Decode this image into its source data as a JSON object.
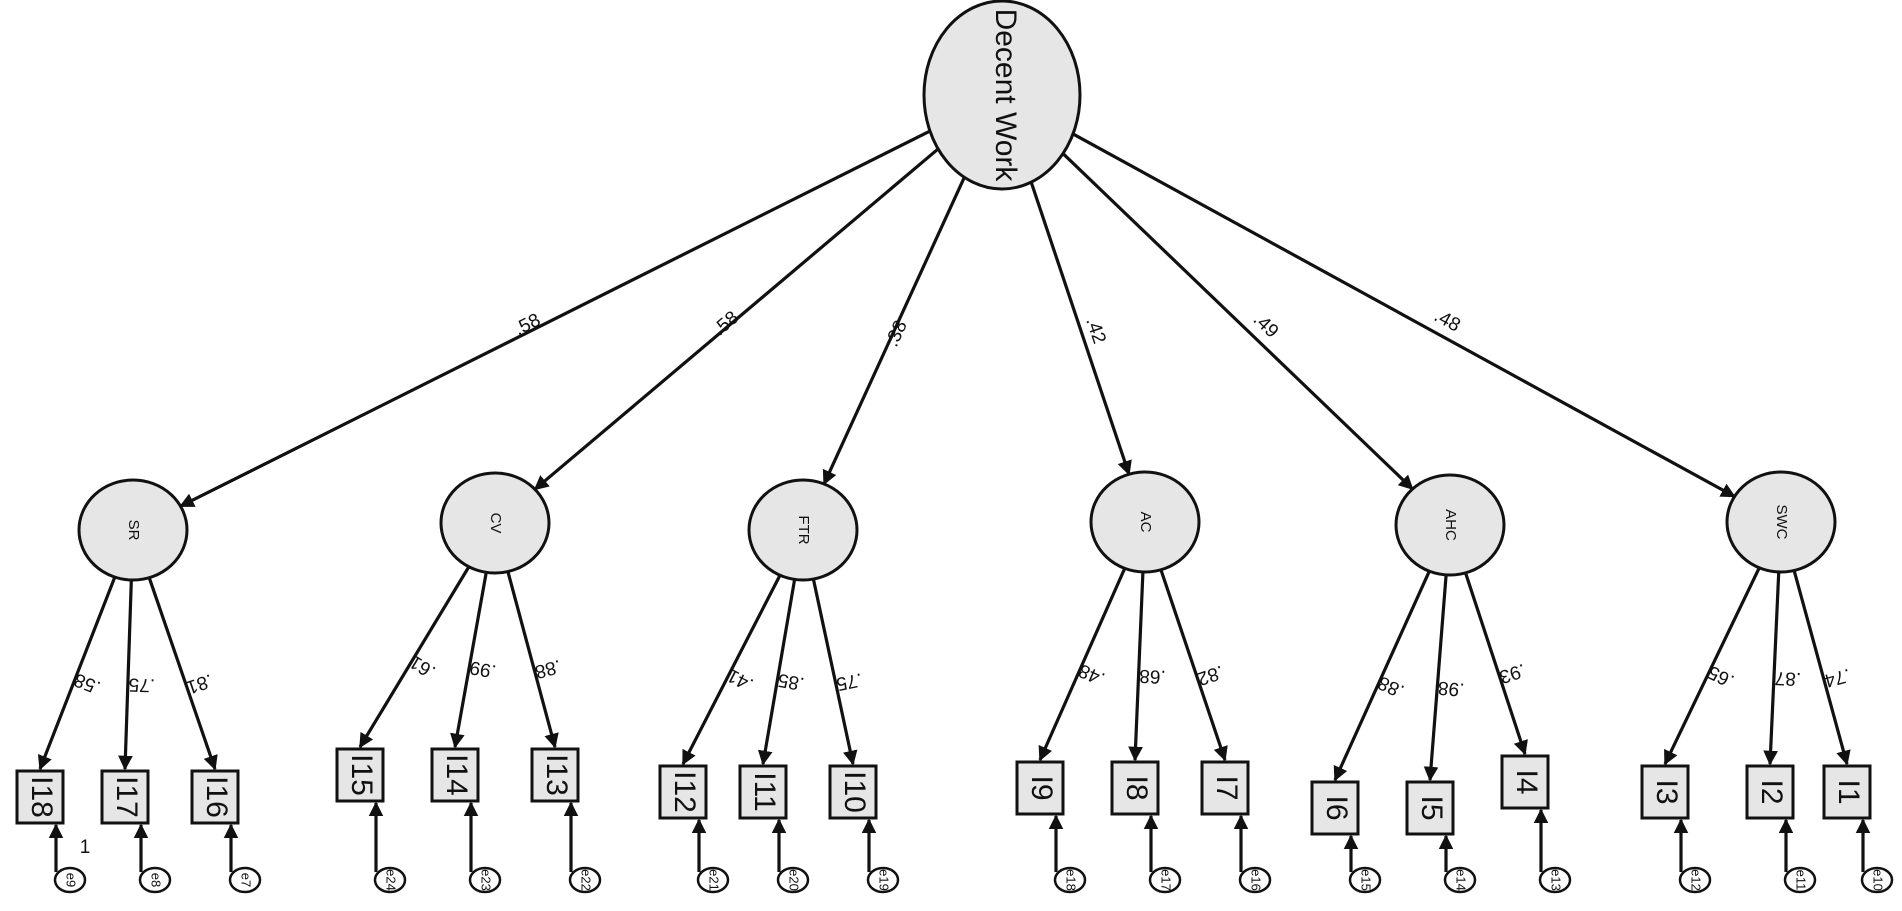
{
  "top": {
    "label": "Decent Work",
    "paths": [
      ".58",
      ".58",
      ".38",
      ".42",
      ".49",
      ".48"
    ]
  },
  "factors": [
    {
      "label": "SR",
      "loadings": [
        ".58",
        ".75",
        ".81"
      ],
      "items": [
        "I18",
        "I17",
        "I16"
      ],
      "errors": [
        "e9",
        "e8",
        "e7"
      ]
    },
    {
      "label": "CV",
      "loadings": [
        ".61",
        ".99",
        ".88"
      ],
      "items": [
        "I15",
        "I14",
        "I13"
      ],
      "errors": [
        "e24",
        "e23",
        "e22"
      ]
    },
    {
      "label": "FTR",
      "loadings": [
        ".41",
        ".85",
        ".75"
      ],
      "items": [
        "I12",
        "I11",
        "I10"
      ],
      "errors": [
        "e21",
        "e20",
        "e19"
      ]
    },
    {
      "label": "AC",
      "loadings": [
        ".48",
        ".68",
        ".82"
      ],
      "items": [
        "I9",
        "I8",
        "I7"
      ],
      "errors": [
        "e18",
        "e17",
        "e16"
      ]
    },
    {
      "label": "AHC",
      "loadings": [
        ".88",
        ".98",
        ".93"
      ],
      "items": [
        "I6",
        "I5",
        "I4"
      ],
      "errors": [
        "e15",
        "e14",
        "e13"
      ]
    },
    {
      "label": "SWC",
      "loadings": [
        ".65",
        ".87",
        ".74"
      ],
      "items": [
        "I3",
        "I2",
        "I1"
      ],
      "errors": [
        "e12",
        "e11",
        "e10"
      ]
    }
  ],
  "extra_label": "1"
}
